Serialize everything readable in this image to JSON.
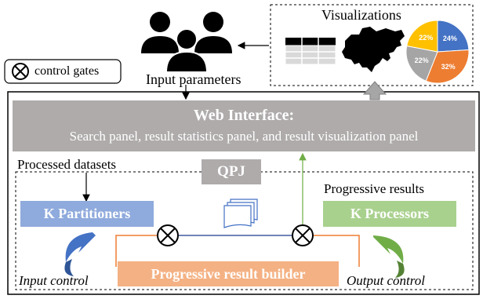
{
  "legend": {
    "label": "control gates"
  },
  "visualizations": {
    "title": "Visualizations",
    "pie_slices": [
      {
        "label": "24%",
        "value": 24,
        "color": "#4472c4"
      },
      {
        "label": "32%",
        "value": 32,
        "color": "#ed7d31"
      },
      {
        "label": "22%",
        "value": 22,
        "color": "#a5a5a5"
      },
      {
        "label": "22%",
        "value": 22,
        "color": "#ffc000"
      }
    ]
  },
  "users": {
    "icon": "users-group-icon"
  },
  "input_parameters": "Input parameters",
  "web_interface": {
    "title": "Web Interface:",
    "subtitle": "Search panel, result statistics panel, and result visualization panel"
  },
  "processed_datasets": "Processed datasets",
  "qpj": "QPJ",
  "progressive_results": "Progressive results",
  "partitioners": {
    "label": "K Partitioners",
    "color": "#8faadc"
  },
  "processors": {
    "label": "K Processors",
    "color": "#a9d18e"
  },
  "builder": {
    "label": "Progressive result builder",
    "color": "#f4b183"
  },
  "input_control": "Input control",
  "output_control": "Output control",
  "colors": {
    "web_interface": "#afabab",
    "qpj": "#afabab",
    "orange_line": "#ed7d31",
    "blue_line": "#4472c4",
    "green_line": "#70ad47"
  }
}
